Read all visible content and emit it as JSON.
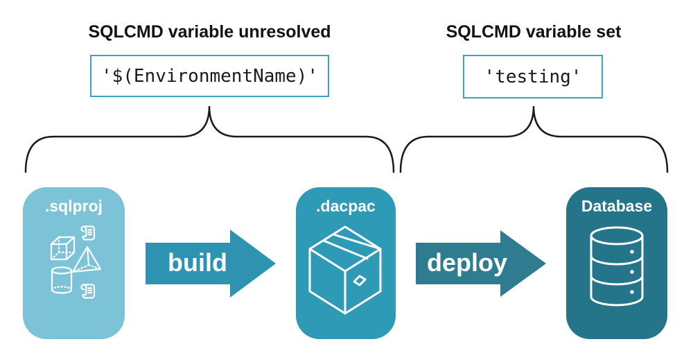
{
  "annotations": {
    "unresolved": {
      "heading": "SQLCMD variable unresolved",
      "value": "'$(EnvironmentName)'"
    },
    "resolved": {
      "heading": "SQLCMD variable set",
      "value": "'testing'"
    }
  },
  "pipeline": {
    "source_card": {
      "label": ".sqlproj",
      "icons": [
        "cube-icon",
        "scroll-icon",
        "pyramid-icon",
        "cylinder-icon",
        "scroll-icon"
      ]
    },
    "build_arrow": {
      "label": "build"
    },
    "artifact_card": {
      "label": ".dacpac",
      "icons": [
        "package-icon"
      ]
    },
    "deploy_arrow": {
      "label": "deploy"
    },
    "target_card": {
      "label": "Database",
      "icons": [
        "database-icon"
      ]
    }
  },
  "colors": {
    "source_card": "#7CC3D7",
    "artifact_card": "#2F9AB6",
    "target_card": "#24748A",
    "build_arrow": "#2D93B1",
    "deploy_arrow": "#2F7B90",
    "code_box_border": "#3AA2C2",
    "ink": "#121212",
    "icon_stroke": "#FFFFFF"
  }
}
